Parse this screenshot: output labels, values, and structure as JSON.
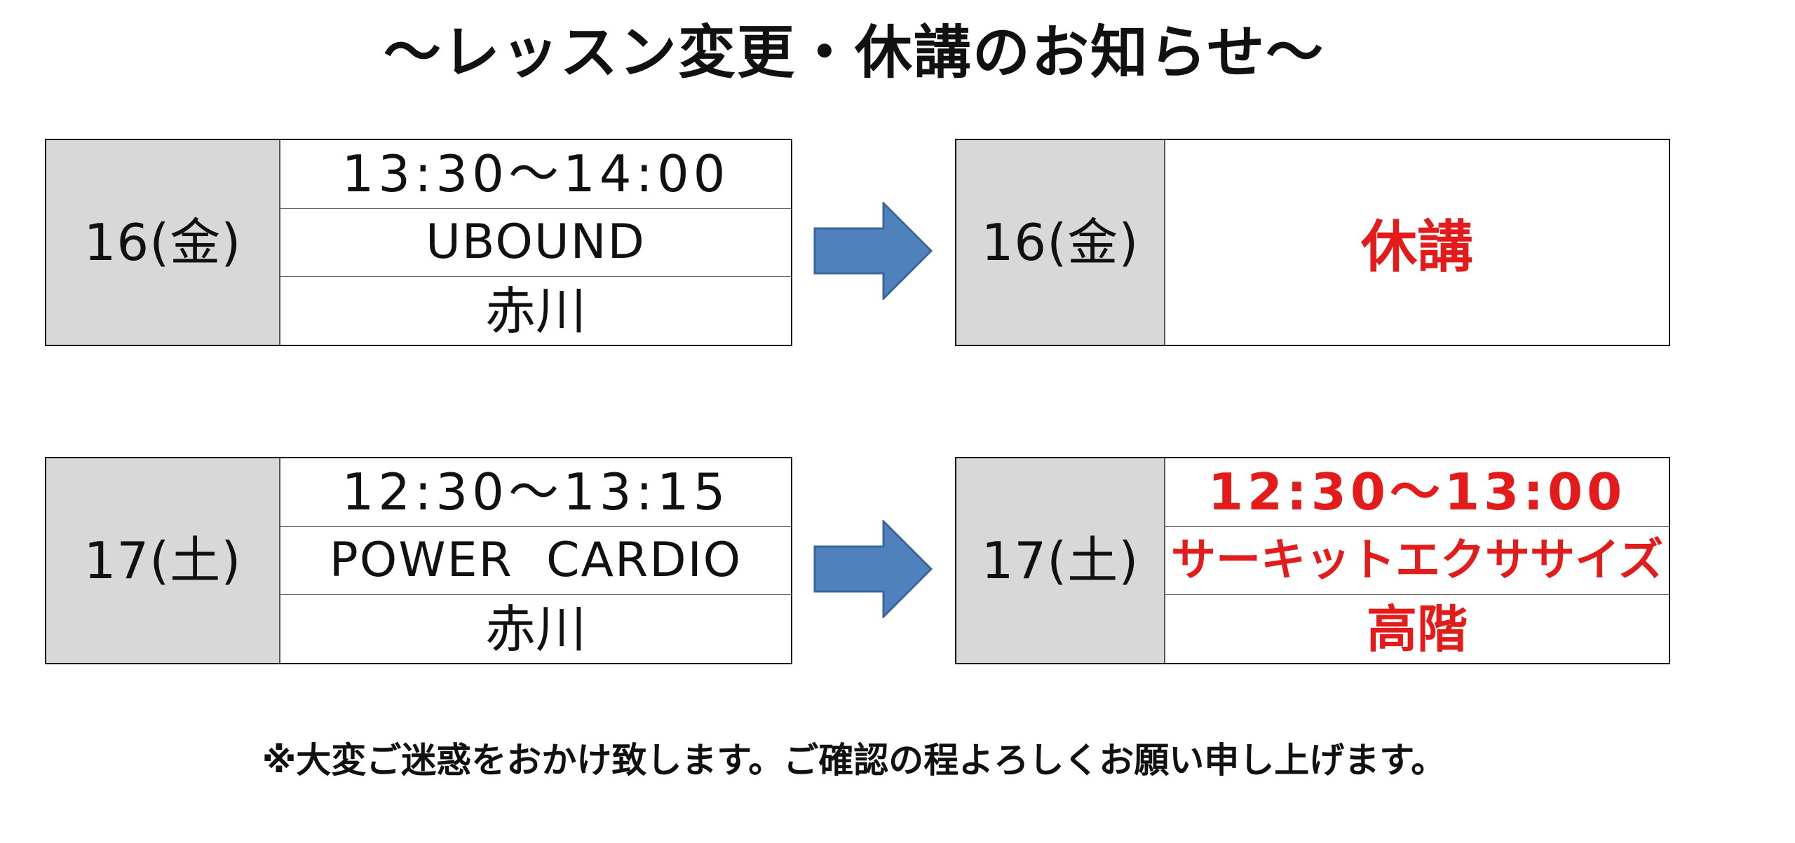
{
  "title": "～レッスン変更・休講のお知らせ～",
  "colors": {
    "day_cell": "#d8d8d8",
    "changed_text": "#e31b1b",
    "arrow_fill": "#4f81bd",
    "arrow_stroke": "#3b6699"
  },
  "arrow_icon": "right-arrow-icon",
  "changes": [
    {
      "before": {
        "day": "16(金)",
        "time": "13:30～14:00",
        "program": "UBOUND",
        "instructor": "赤川"
      },
      "after": {
        "day": "16(金)",
        "status": "休講"
      }
    },
    {
      "before": {
        "day": "17(土)",
        "time": "12:30～13:15",
        "program": "POWER  CARDIO",
        "instructor": "赤川"
      },
      "after": {
        "day": "17(土)",
        "time": "12:30～13:00",
        "program": "サーキットエクササイズ",
        "instructor": "高階"
      }
    }
  ],
  "footer": "※大変ご迷惑をおかけ致します。ご確認の程よろしくお願い申し上げます。"
}
